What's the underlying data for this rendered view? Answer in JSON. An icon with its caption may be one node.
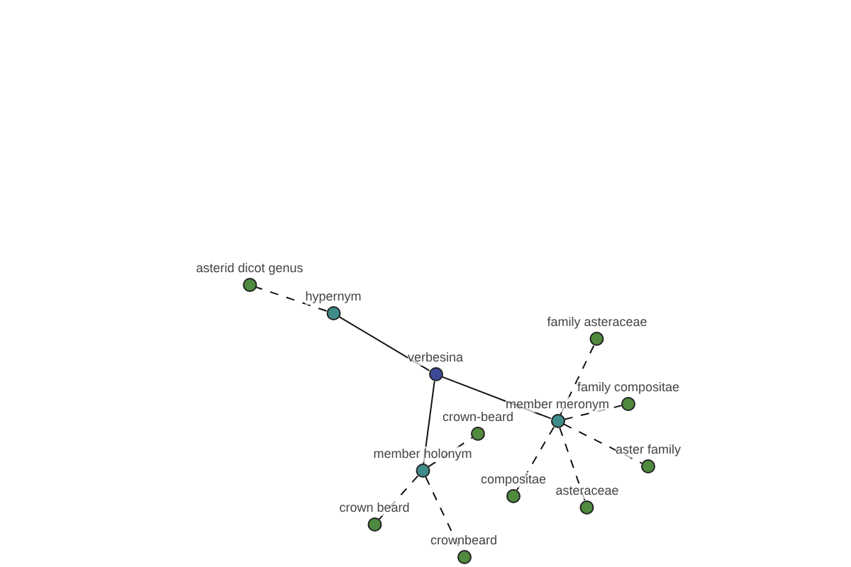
{
  "diagram": {
    "nodes": [
      {
        "text": [
          "verbesina"
        ]
      },
      {
        "text": [
          "hypernym"
        ]
      },
      {
        "text": [
          "member meronym"
        ]
      },
      {
        "text": [
          "member holonym"
        ]
      },
      {
        "text": [
          "asterid dicot genus"
        ]
      },
      {
        "text": [
          "family asteraceae"
        ]
      },
      {
        "text": [
          "family compositae"
        ]
      },
      {
        "text": [
          "aster family"
        ]
      },
      {
        "text": [
          "compositae"
        ]
      },
      {
        "text": [
          "asteraceae"
        ]
      },
      {
        "text": [
          "crown-beard"
        ]
      },
      {
        "text": [
          "crown beard"
        ]
      },
      {
        "text": [
          "crownbeard"
        ]
      }
    ],
    "edges": [
      {
        "from": 0,
        "to": 1,
        "arrow": "none"
      },
      {
        "from": 0,
        "to": 2,
        "arrow": "none"
      },
      {
        "from": 0,
        "to": 3,
        "arrow": "none"
      },
      {
        "from": 1,
        "to": 4,
        "arrow": "none",
        "style": "dashed"
      },
      {
        "from": 2,
        "to": 5,
        "arrow": "none",
        "style": "dashed"
      },
      {
        "from": 2,
        "to": 6,
        "arrow": "none",
        "style": "dashed"
      },
      {
        "from": 2,
        "to": 7,
        "arrow": "none",
        "style": "dashed"
      },
      {
        "from": 2,
        "to": 8,
        "arrow": "none",
        "style": "dashed"
      },
      {
        "from": 2,
        "to": 9,
        "arrow": "none",
        "style": "dashed"
      },
      {
        "from": 3,
        "to": 10,
        "arrow": "none",
        "style": "dashed"
      },
      {
        "from": 3,
        "to": 11,
        "arrow": "none",
        "style": "dashed"
      },
      {
        "from": 3,
        "to": 12,
        "arrow": "none",
        "style": "dashed"
      }
    ]
  }
}
